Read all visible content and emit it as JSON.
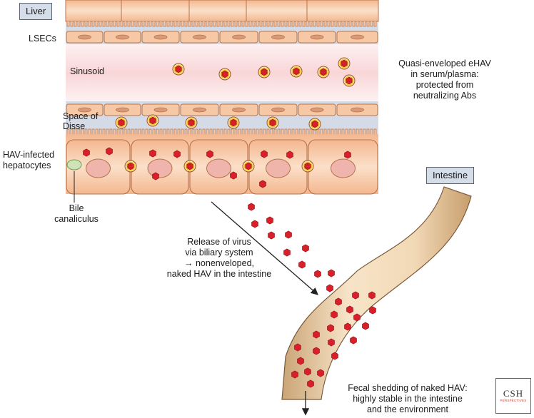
{
  "labels": {
    "liver": "Liver",
    "intestine": "Intestine",
    "lsecs": "LSECs",
    "sinusoid": "Sinusoid",
    "space_of_disse": [
      "Space of",
      "Disse"
    ],
    "hepatocytes": [
      "HAV-infected",
      "hepatocytes"
    ],
    "bile": [
      "Bile",
      "canaliculus"
    ],
    "quasi": [
      "Quasi-enveloped eHAV",
      "in serum/plasma:",
      "protected from",
      "neutralizing Abs"
    ],
    "release": [
      "Release of virus",
      "via biliary system",
      "→ nonenveloped,",
      "naked HAV in the intestine"
    ],
    "fecal": [
      "Fecal shedding of naked HAV:",
      "highly stable in the intestine",
      "and the environment"
    ]
  },
  "logo": {
    "title": "CSH",
    "subtitle": "PERSPECTIVES"
  },
  "colors": {
    "cell_fill": "#f7c8a6",
    "cell_stroke": "#b8734a",
    "sinusoid": "#fbe3e4",
    "disse": "#d4dbe6",
    "virus": "#d8202a",
    "envelope": "#f4c430",
    "nucleus": "#efb5ad",
    "intestine": "#e8c9a0",
    "bile": "#cfe3b8"
  }
}
